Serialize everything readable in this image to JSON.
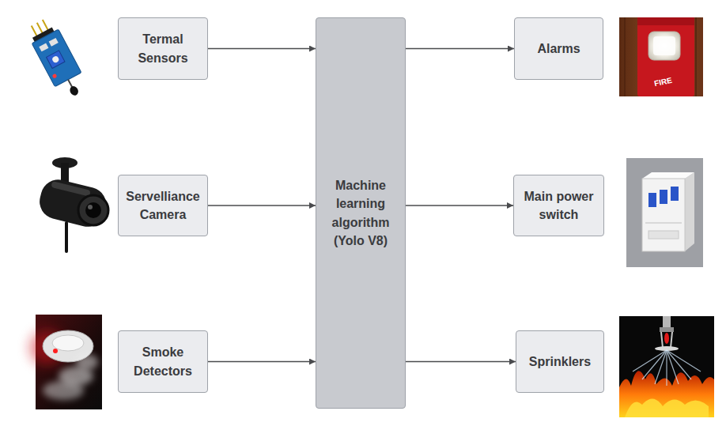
{
  "diagram": {
    "nodes": [
      {
        "text": [
          "Termal Sensors"
        ]
      },
      {
        "text": [
          "Servelliance Camera"
        ]
      },
      {
        "text": [
          "Smoke Detectors"
        ]
      },
      {
        "text": [
          "Machine learning algorithm (Yolo V8)"
        ]
      },
      {
        "text": [
          "Alarms"
        ]
      },
      {
        "text": [
          "Main power switch"
        ]
      },
      {
        "text": [
          "Sprinklers"
        ]
      }
    ],
    "edges": [
      {
        "from": 0,
        "to": 3,
        "arrow": "to"
      },
      {
        "from": 1,
        "to": 3,
        "arrow": "to"
      },
      {
        "from": 2,
        "to": 3,
        "arrow": "to"
      },
      {
        "from": 3,
        "to": 4,
        "arrow": "to"
      },
      {
        "from": 3,
        "to": 5,
        "arrow": "to"
      },
      {
        "from": 3,
        "to": 6,
        "arrow": "to"
      }
    ],
    "labels": [
      "FIRE"
    ]
  }
}
